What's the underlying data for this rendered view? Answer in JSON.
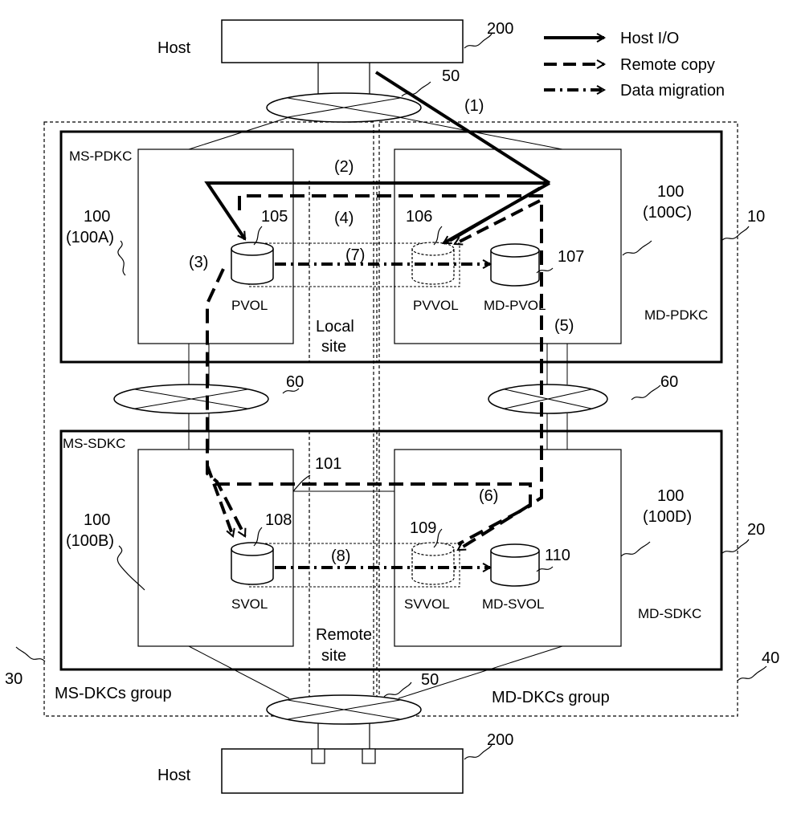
{
  "legend": {
    "host_io": "Host I/O",
    "remote_copy": "Remote copy",
    "data_migration": "Data migration"
  },
  "hosts": {
    "top_label": "Host",
    "top_ref": "200",
    "bottom_label": "Host",
    "bottom_ref": "200"
  },
  "networks": {
    "top_ref": "50",
    "bottom_ref": "50",
    "left_mid_ref": "60",
    "right_mid_ref": "60"
  },
  "sites": {
    "local_line1": "Local",
    "local_line2": "site",
    "remote_line1": "Remote",
    "remote_line2": "site",
    "local_ref": "10",
    "remote_ref": "20"
  },
  "groups": {
    "ms_label": "MS-DKCs group",
    "md_label": "MD-DKCs group",
    "ms_ref": "30",
    "md_ref": "40"
  },
  "controllers": {
    "ms_pdkc": "MS-PDKC",
    "ms_sdkc": "MS-SDKC",
    "md_pdkc": "MD-PDKC",
    "md_sdkc": "MD-SDKC",
    "a_ref": "100",
    "a_sub": "(100A)",
    "b_ref": "100",
    "b_sub": "(100B)",
    "c_ref": "100",
    "c_sub": "(100C)",
    "d_ref": "100",
    "d_sub": "(100D)"
  },
  "volumes": {
    "pvol": "PVOL",
    "pvol_ref": "105",
    "pvvol": "PVVOL",
    "pvvol_ref": "106",
    "md_pvol": "MD-PVOL",
    "md_pvol_ref": "107",
    "svol": "SVOL",
    "svol_ref": "108",
    "svvol": "SVVOL",
    "svvol_ref": "109",
    "md_svol": "MD-SVOL",
    "md_svol_ref": "110"
  },
  "links": {
    "link_ref": "101"
  },
  "steps": {
    "s1": "(1)",
    "s2": "(2)",
    "s3": "(3)",
    "s4": "(4)",
    "s5": "(5)",
    "s6": "(6)",
    "s7": "(7)",
    "s8": "(8)"
  }
}
